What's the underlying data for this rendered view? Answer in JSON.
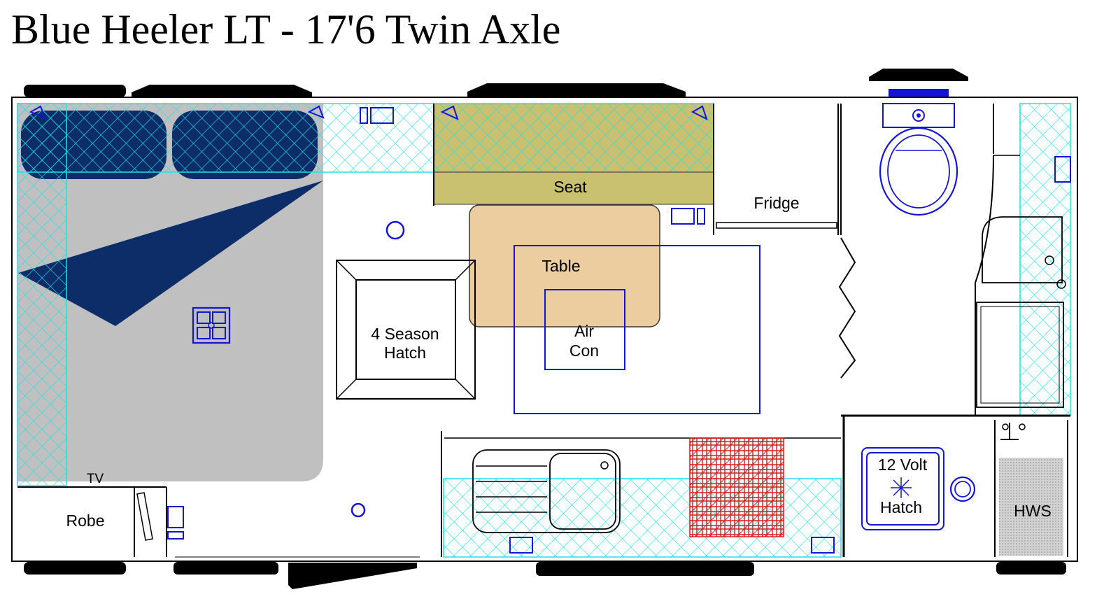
{
  "title": "Blue Heeler LT - 17'6 Twin Axle",
  "rooms": {
    "seat": "Seat",
    "fridge": "Fridge",
    "table": "Table",
    "aircon_line1": "Air",
    "aircon_line2": "Con",
    "hatch4_line1": "4 Season",
    "hatch4_line2": "Hatch",
    "tv": "TV",
    "robe": "Robe",
    "volt_line1": "12 Volt",
    "volt_line2": "Hatch",
    "hws": "HWS"
  },
  "colors": {
    "seat": "#c9c16f",
    "table": "#eccd9f",
    "bed": "#c0c0c0",
    "pillow": "#0d2d68",
    "hatch_overlay": "#20e0e8",
    "fixtures": "#1414d8",
    "cooktop": "#e01818"
  }
}
